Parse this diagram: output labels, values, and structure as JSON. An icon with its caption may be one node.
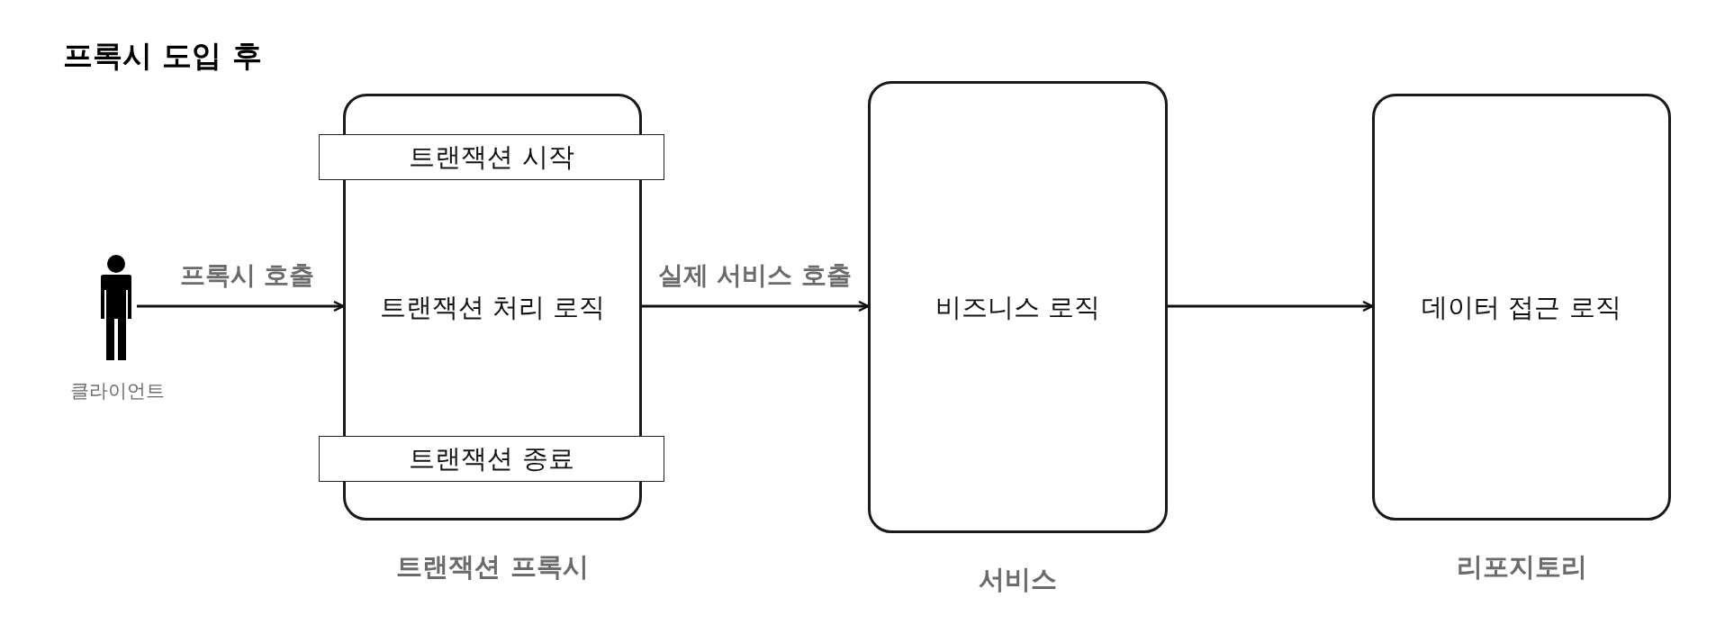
{
  "diagram": {
    "title": "프록시 도입 후",
    "nodes": [
      {
        "text": [],
        "shape": "person",
        "beside": [
          "클라이언트"
        ]
      },
      {
        "text": [
          "트랜잭션 처리 로직",
          "트랜잭션 프록시"
        ]
      },
      {
        "text": [
          "트랜잭션 시작"
        ]
      },
      {
        "text": [
          "트랜잭션 종료"
        ]
      },
      {
        "text": [
          "비즈니스 로직",
          "서비스"
        ]
      },
      {
        "text": [
          "데이터 접근 로직",
          "리포지토리"
        ]
      }
    ],
    "edges": [
      {
        "from": 0,
        "to": 1,
        "arrow": "to",
        "label": "프록시 호출"
      },
      {
        "from": 1,
        "to": 4,
        "arrow": "to",
        "label": "실제 서비스 호출"
      },
      {
        "from": 4,
        "to": 5,
        "arrow": "to"
      }
    ]
  }
}
